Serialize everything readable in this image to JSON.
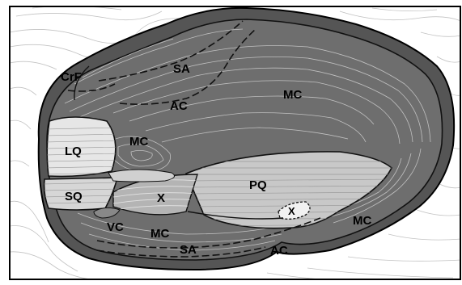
{
  "colors": {
    "background": "#ffffff",
    "frame": "#000000",
    "terrain_lines": "#c2c2c2",
    "dark_zone": "#6e6e6e",
    "dark_zone_deep": "#555555",
    "light_zone": "#c8c8c8",
    "pale_zone": "#e6e6e6",
    "contour_on_dark": "#d0d0d0",
    "contour_on_light": "#9a9a9a",
    "boundary": "#111111"
  },
  "labels": {
    "crf": "CrF",
    "sa_top": "SA",
    "ac_top": "AC",
    "mc_top_right": "MC",
    "lq": "LQ",
    "mc_center": "MC",
    "sq": "SQ",
    "x_center": "X",
    "pq": "PQ",
    "x_right": "X",
    "vc": "VC",
    "mc_bottom": "MC",
    "sa_bottom": "SA",
    "ac_bottom": "AC",
    "mc_right": "MC"
  }
}
